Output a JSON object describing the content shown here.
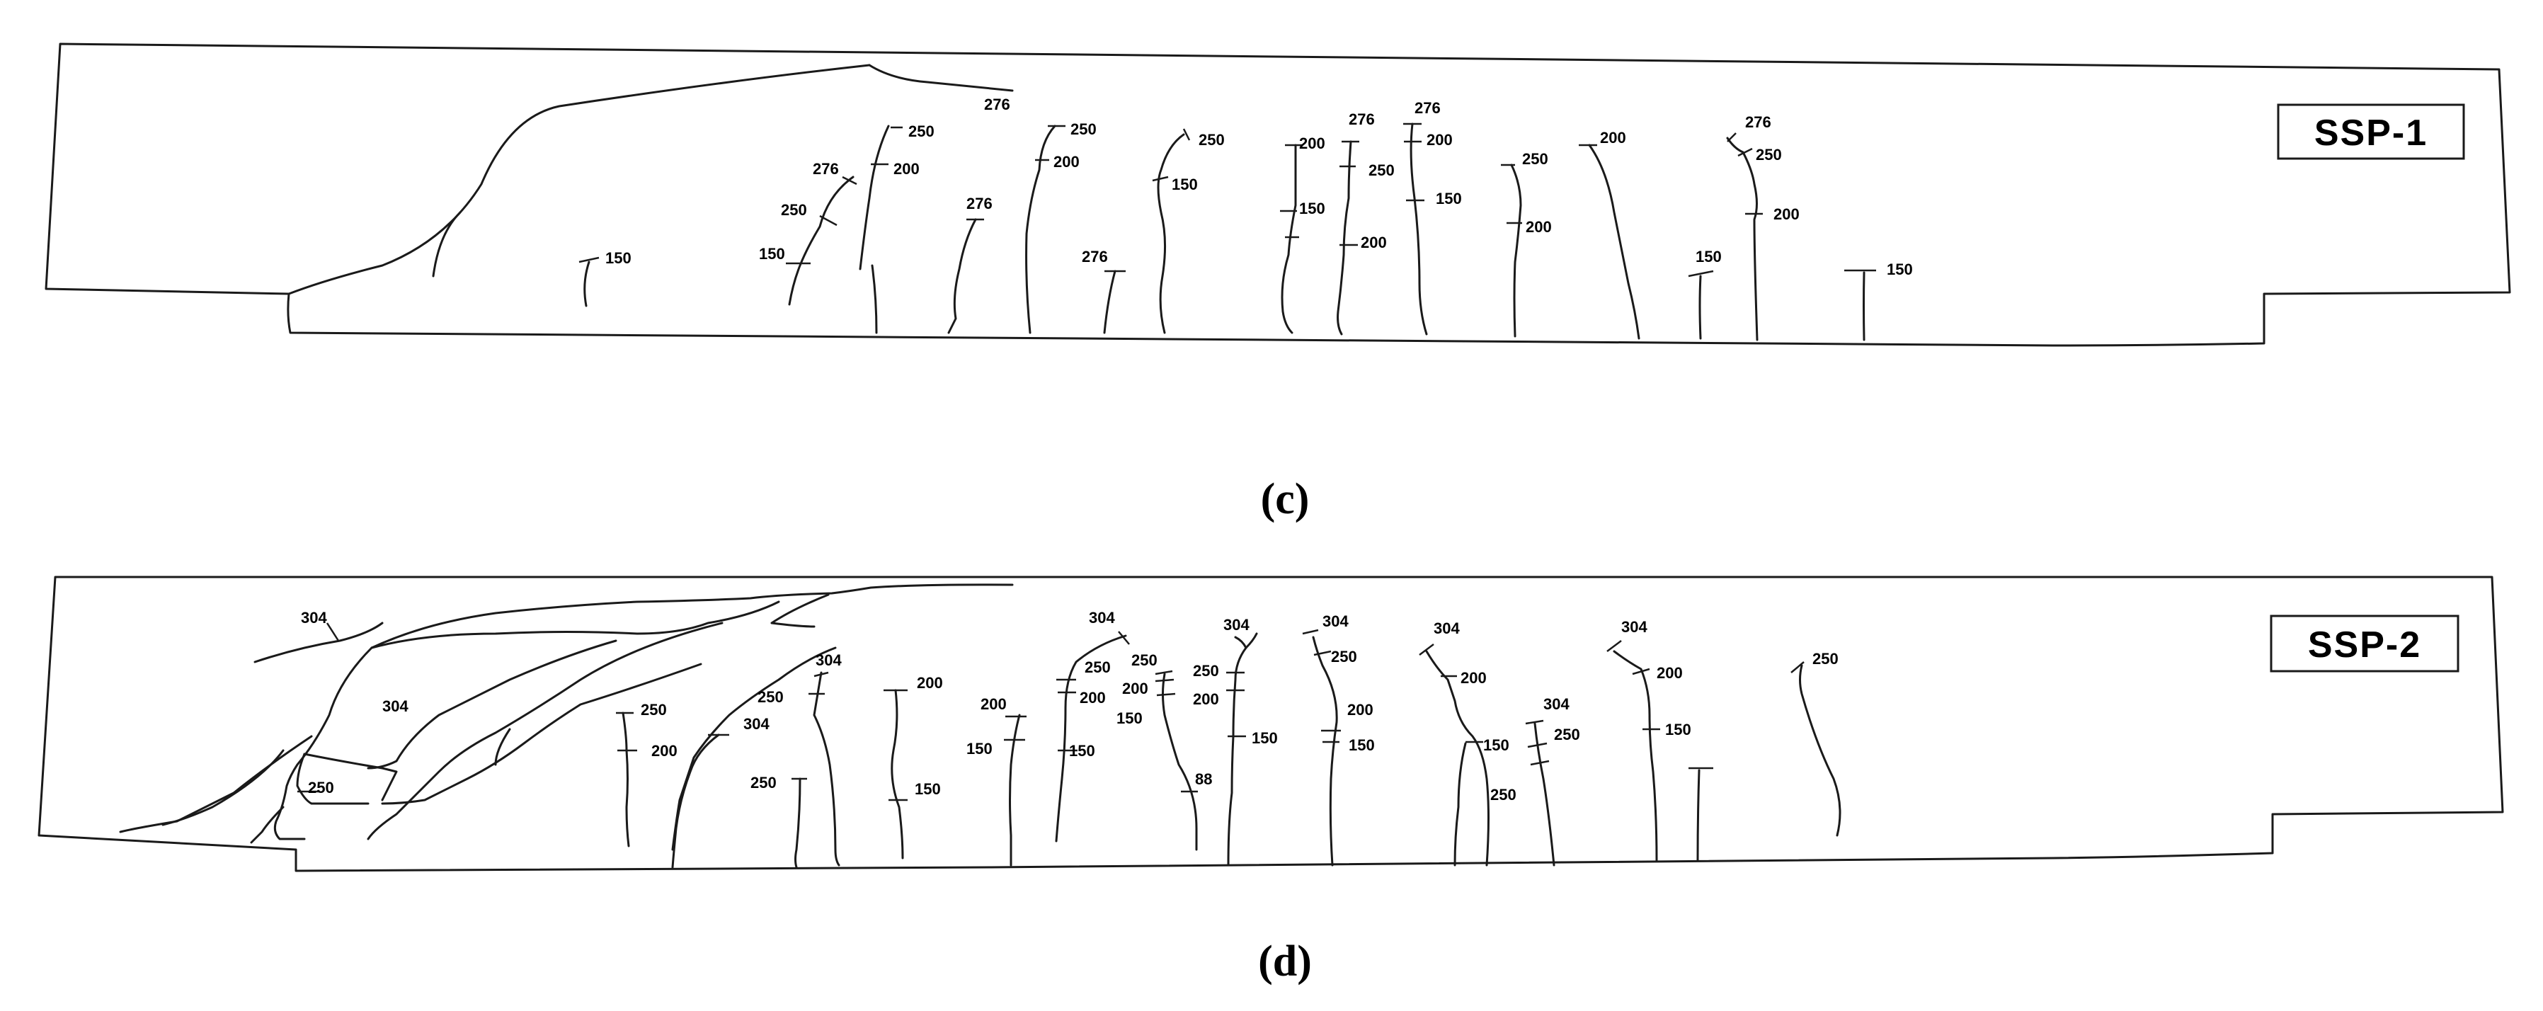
{
  "panels": [
    {
      "specimen": "SSP-1",
      "caption": "(c)",
      "crack_load_labels": [
        {
          "crack": 1,
          "values": [
            "276"
          ]
        },
        {
          "crack": 2,
          "values": [
            "150"
          ]
        },
        {
          "crack": 3,
          "values": [
            "276",
            "250",
            "150"
          ]
        },
        {
          "crack": 4,
          "values": [
            "250",
            "200"
          ]
        },
        {
          "crack": 5,
          "values": [
            "276"
          ]
        },
        {
          "crack": 6,
          "values": [
            "250",
            "200"
          ]
        },
        {
          "crack": 7,
          "values": [
            "276"
          ]
        },
        {
          "crack": 8,
          "values": [
            "250",
            "150"
          ]
        },
        {
          "crack": 9,
          "values": [
            "200",
            "150"
          ]
        },
        {
          "crack": 10,
          "values": [
            "276",
            "250",
            "200"
          ]
        },
        {
          "crack": 11,
          "values": [
            "276",
            "200",
            "150"
          ]
        },
        {
          "crack": 12,
          "values": [
            "250",
            "200"
          ]
        },
        {
          "crack": 13,
          "values": [
            "200"
          ]
        },
        {
          "crack": 14,
          "values": [
            "150"
          ]
        },
        {
          "crack": 15,
          "values": [
            "276",
            "250",
            "200"
          ]
        },
        {
          "crack": 16,
          "values": [
            "150"
          ]
        }
      ]
    },
    {
      "specimen": "SSP-2",
      "caption": "(d)",
      "crack_load_labels": [
        {
          "crack": 1,
          "values": [
            "304"
          ]
        },
        {
          "crack": 2,
          "values": [
            "304"
          ]
        },
        {
          "crack": 3,
          "values": [
            "250"
          ]
        },
        {
          "crack": 4,
          "values": [
            "250",
            "200"
          ]
        },
        {
          "crack": 5,
          "values": [
            "304"
          ]
        },
        {
          "crack": 6,
          "values": [
            "304",
            "250"
          ]
        },
        {
          "crack": 7,
          "values": [
            "250"
          ]
        },
        {
          "crack": 8,
          "values": [
            "200",
            "150"
          ]
        },
        {
          "crack": 9,
          "values": [
            "200",
            "150"
          ]
        },
        {
          "crack": 10,
          "values": [
            "304",
            "250",
            "200",
            "150"
          ]
        },
        {
          "crack": 11,
          "values": [
            "250",
            "200",
            "150",
            "88"
          ]
        },
        {
          "crack": 12,
          "values": [
            "304",
            "250",
            "200",
            "150"
          ]
        },
        {
          "crack": 13,
          "values": [
            "304",
            "250",
            "200",
            "150"
          ]
        },
        {
          "crack": 14,
          "values": [
            "304",
            "200",
            "150"
          ]
        },
        {
          "crack": 15,
          "values": [
            "250"
          ]
        },
        {
          "crack": 16,
          "values": [
            "304",
            "250"
          ]
        },
        {
          "crack": 17,
          "values": [
            "304",
            "200",
            "150"
          ]
        },
        {
          "crack": 18,
          "values": [
            "250"
          ]
        }
      ]
    }
  ]
}
